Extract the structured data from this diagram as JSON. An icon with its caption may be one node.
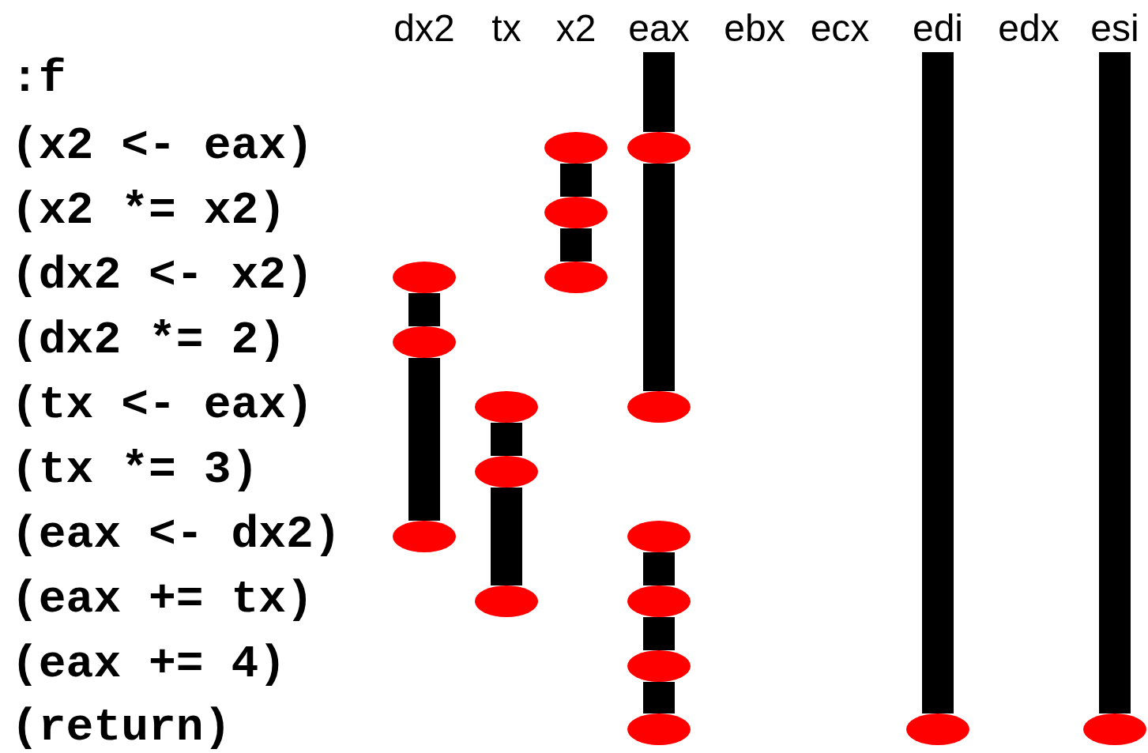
{
  "diagram": {
    "nodes": [
      {
        "text": [],
        "shape": "ellipse"
      },
      {
        "text": [],
        "shape": "ellipse"
      },
      {
        "text": [],
        "shape": "ellipse"
      },
      {
        "text": [],
        "shape": "ellipse"
      },
      {
        "text": [],
        "shape": "ellipse"
      },
      {
        "text": [],
        "shape": "ellipse"
      },
      {
        "text": [],
        "shape": "ellipse"
      },
      {
        "text": [],
        "shape": "ellipse"
      },
      {
        "text": [],
        "shape": "ellipse"
      },
      {
        "text": [],
        "shape": "ellipse"
      },
      {
        "text": [],
        "shape": "ellipse"
      },
      {
        "text": [],
        "shape": "ellipse"
      },
      {
        "text": [],
        "shape": "ellipse"
      },
      {
        "text": [],
        "shape": "ellipse"
      },
      {
        "text": [],
        "shape": "ellipse"
      },
      {
        "text": [],
        "shape": "ellipse"
      },
      {
        "text": [],
        "shape": "ellipse"
      }
    ],
    "edges": [
      {
        "from": null,
        "to": 1,
        "arrow": "none"
      },
      {
        "from": 1,
        "to": 7,
        "arrow": "none"
      },
      {
        "from": 0,
        "to": 2,
        "arrow": "none"
      },
      {
        "from": 2,
        "to": 4,
        "arrow": "none"
      },
      {
        "from": 3,
        "to": 5,
        "arrow": "none"
      },
      {
        "from": 5,
        "to": 9,
        "arrow": "none"
      },
      {
        "from": 6,
        "to": 8,
        "arrow": "none"
      },
      {
        "from": 8,
        "to": 11,
        "arrow": "none"
      },
      {
        "from": 10,
        "to": 12,
        "arrow": "none"
      },
      {
        "from": 12,
        "to": 13,
        "arrow": "none"
      },
      {
        "from": 13,
        "to": 14,
        "arrow": "none"
      },
      {
        "from": null,
        "to": 15,
        "arrow": "none"
      },
      {
        "from": null,
        "to": 16,
        "arrow": "none"
      }
    ],
    "labels": [
      "dx2",
      "tx",
      "x2",
      "eax",
      "ebx",
      "ecx",
      "edi",
      "edx",
      "esi",
      ":f",
      "(x2 <- eax)",
      "(x2 *= x2)",
      "(dx2 <- x2)",
      "(dx2 *= 2)",
      "(tx <- eax)",
      "(tx *= 3)",
      "(eax <- dx2)",
      "(eax += tx)",
      "(eax += 4)",
      "(return)"
    ]
  }
}
